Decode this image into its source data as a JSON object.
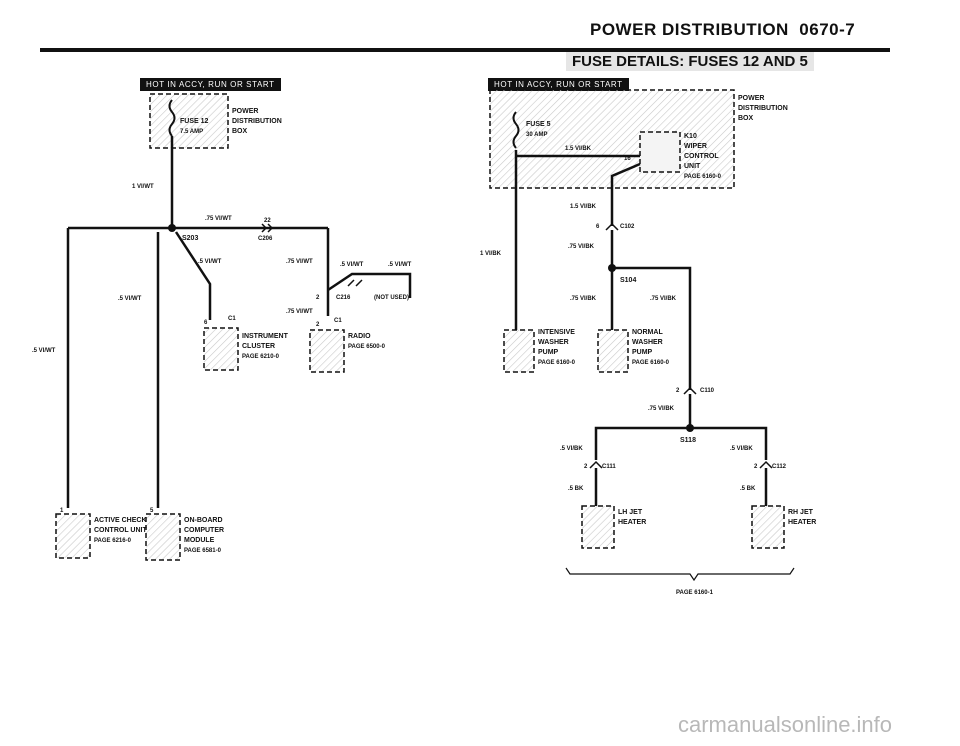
{
  "page_title": "POWER DISTRIBUTION",
  "page_number": "0670-7",
  "subtitle": "FUSE DETAILS: FUSES 12 AND 5",
  "left": {
    "hot_label": "HOT IN ACCY, RUN OR START",
    "fuse_name": "FUSE 12",
    "fuse_rating": "7.5 AMP",
    "pdb_line1": "POWER",
    "pdb_line2": "DISTRIBUTION",
    "pdb_line3": "BOX",
    "w_main": "1 VI/WT",
    "w_top": ".75 VI/WT",
    "conn_22": "22",
    "c206": "C206",
    "s203": "S203",
    "w_diag": ".5 VI/WT",
    "w_up1": ".75 VI/WT",
    "w_up2": ".5 VI/WT",
    "w_up3": ".5 VI/WT",
    "w_mid_left": ".5 VI/WT",
    "w_far_left": ".5 VI/WT",
    "pin_2a": "2",
    "c216": "C216",
    "not_used": "(NOT USED)",
    "w_c216_down": ".75 VI/WT",
    "pin_6": "6",
    "c1_a": "C1",
    "ic_line1": "INSTRUMENT",
    "ic_line2": "CLUSTER",
    "ic_page": "PAGE 6210-0",
    "pin_2b": "2",
    "c1_b": "C1",
    "radio": "RADIO",
    "radio_page": "PAGE 6500-0",
    "pin_1": "1",
    "acu_line1": "ACTIVE CHECK",
    "acu_line2": "CONTROL UNIT",
    "acu_page": "PAGE 6216-0",
    "pin_5": "5",
    "obc_line1": "ON-BOARD",
    "obc_line2": "COMPUTER",
    "obc_line3": "MODULE",
    "obc_page": "PAGE 6581-0"
  },
  "right": {
    "hot_label": "HOT IN ACCY, RUN OR START",
    "fuse_name": "FUSE 5",
    "fuse_rating": "30 AMP",
    "pdb_line1": "POWER",
    "pdb_line2": "DISTRIBUTION",
    "pdb_line3": "BOX",
    "k10_line1": "K10",
    "k10_line2": "WIPER",
    "k10_line3": "CONTROL",
    "k10_line4": "UNIT",
    "k10_page": "PAGE 6160-0",
    "pin_16": "16",
    "w_inner": "1.5 VI/BK",
    "w_out": "1.5 VI/BK",
    "w_left": "1 VI/BK",
    "pin_6": "6",
    "c102": "C102",
    "w_c102": ".75 VI/BK",
    "s104": "S104",
    "w_int": ".75 VI/BK",
    "w_norm": ".75 VI/BK",
    "iwp_line1": "INTENSIVE",
    "iwp_line2": "WASHER",
    "iwp_line3": "PUMP",
    "iwp_page": "PAGE 6160-0",
    "nwp_line1": "NORMAL",
    "nwp_line2": "WASHER",
    "nwp_line3": "PUMP",
    "nwp_page": "PAGE 6160-0",
    "pin_2c": "2",
    "c110": "C110",
    "w_c110": ".75 VI/BK",
    "s118": "S118",
    "w_lh": ".5 VI/BK",
    "w_rh": ".5 VI/BK",
    "pin_2d": "2",
    "c111": "C111",
    "pin_2e": "2",
    "c112": "C112",
    "w_lh_bk": ".5 BK",
    "w_rh_bk": ".5 BK",
    "lh_line1": "LH JET",
    "lh_line2": "HEATER",
    "rh_line1": "RH JET",
    "rh_line2": "HEATER",
    "ref_page": "PAGE 6160-1"
  },
  "watermark": "carmanualsonline.info"
}
